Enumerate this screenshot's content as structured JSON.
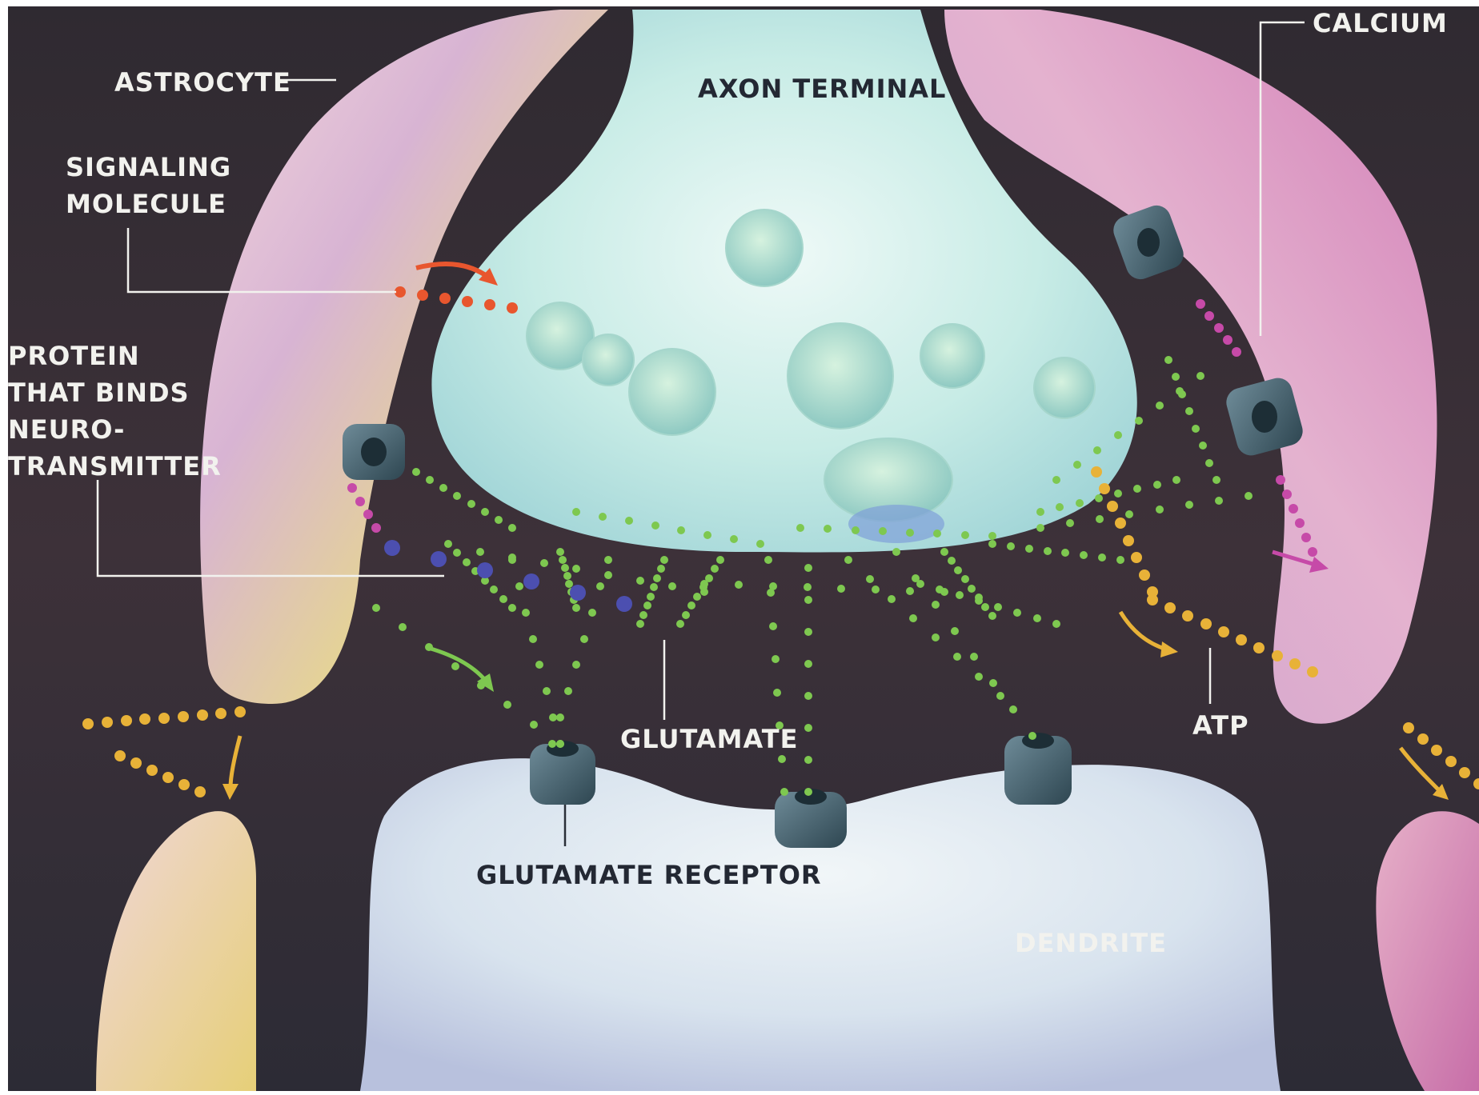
{
  "labels": {
    "astrocyte": "ASTROCYTE",
    "axon_terminal": "AXON TERMINAL",
    "calcium": "CALCIUM",
    "signaling_molecule": [
      "SIGNALING",
      "MOLECULE"
    ],
    "protein": [
      "PROTEIN",
      "THAT BINDS",
      "NEURO-",
      "TRANSMITTER"
    ],
    "glutamate": "GLUTAMATE",
    "atp": "ATP",
    "glutamate_receptor": "GLUTAMATE RECEPTOR",
    "dendrite": "DENDRITE"
  },
  "colors": {
    "background": "#3a2f38",
    "glutamate": "#7ec850",
    "atp": "#e8b238",
    "calcium": "#c64aa8",
    "signaling_molecule": "#e8562e",
    "binding_protein": "#4c4fb0",
    "receptor": "#3f5a66"
  }
}
